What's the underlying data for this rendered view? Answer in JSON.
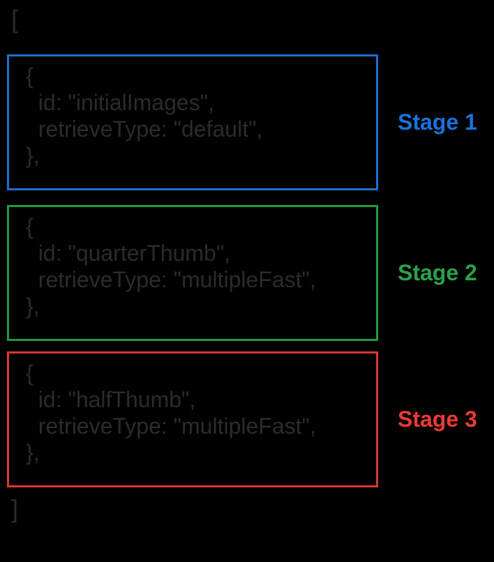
{
  "diagram": {
    "background_color": "#000000",
    "code_text_color": "#2b2b2b",
    "array_open": "[",
    "array_close": "]"
  },
  "stages": [
    {
      "label": "Stage 1",
      "border_color": "#1d70d2",
      "label_color": "#1a72db",
      "code_lines": [
        "{",
        "  id: \"initialImages\",",
        "  retrieveType: \"default\",",
        "},"
      ]
    },
    {
      "label": "Stage 2",
      "border_color": "#22993b",
      "label_color": "#2aa14b",
      "code_lines": [
        "{",
        "  id: \"quarterThumb\",",
        "  retrieveType: \"multipleFast\",",
        "},"
      ]
    },
    {
      "label": "Stage 3",
      "border_color": "#dc3533",
      "label_color": "#ec3a34",
      "code_lines": [
        "{",
        "  id: \"halfThumb\",",
        "  retrieveType: \"multipleFast\",",
        "},"
      ]
    }
  ]
}
